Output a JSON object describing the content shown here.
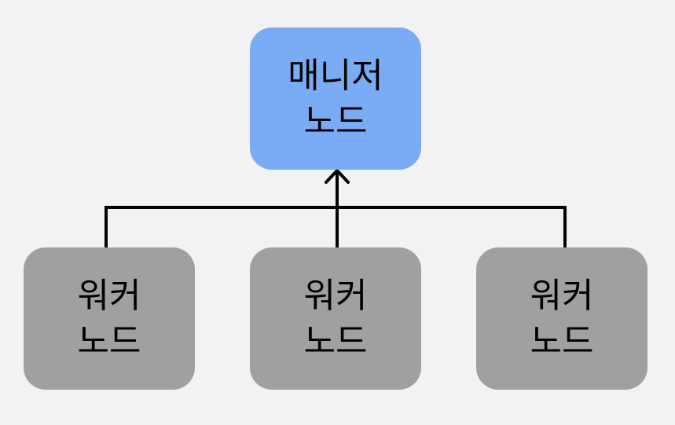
{
  "colors": {
    "background": "#f2f2f2",
    "manager_fill": "#7aabf5",
    "worker_fill": "#a0a0a0",
    "connector": "#000000"
  },
  "manager": {
    "line1": "매니저",
    "line2": "노드"
  },
  "workers": [
    {
      "line1": "워커",
      "line2": "노드"
    },
    {
      "line1": "워커",
      "line2": "노드"
    },
    {
      "line1": "워커",
      "line2": "노드"
    }
  ]
}
